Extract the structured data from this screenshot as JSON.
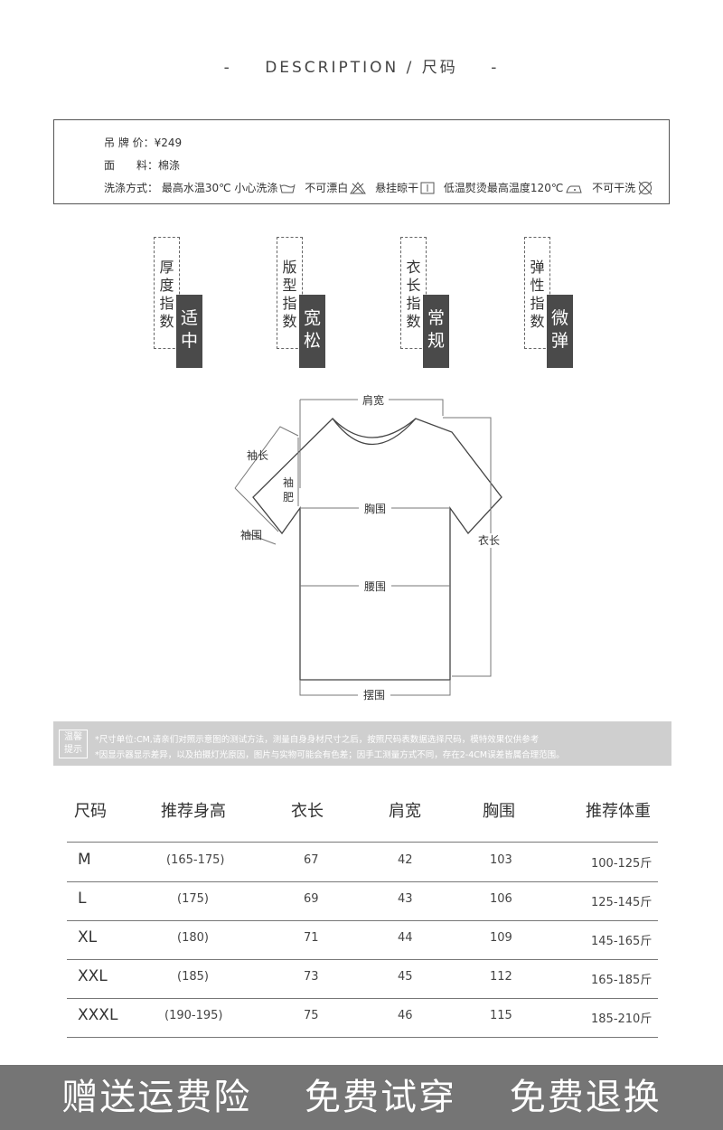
{
  "header": {
    "dash_left": "-",
    "title": "DESCRIPTION / 尺码",
    "dash_right": "-"
  },
  "info": {
    "price_label": "吊 牌 价：",
    "price_value": "¥249",
    "material_label": "面　　料：",
    "material_value": "棉涤",
    "wash_label": "洗涤方式：",
    "wash_items": [
      {
        "text": "最高水温30℃ 小心洗涤",
        "icon": "hand-wash-icon"
      },
      {
        "text": "不可漂白",
        "icon": "no-bleach-icon"
      },
      {
        "text": "悬挂晾干",
        "icon": "line-dry-icon"
      },
      {
        "text": "低温熨烫最高温度120℃",
        "icon": "iron-low-icon"
      },
      {
        "text": "不可干洗",
        "icon": "no-dry-clean-icon"
      }
    ]
  },
  "indices": [
    {
      "label": "厚度指数",
      "value": "适中"
    },
    {
      "label": "版型指数",
      "value": "宽松"
    },
    {
      "label": "衣长指数",
      "value": "常规"
    },
    {
      "label": "弹性指数",
      "value": "微弹"
    }
  ],
  "diagram_labels": {
    "shoulder": "肩宽",
    "sleeve_length": "袖长",
    "sleeve_width": "袖肥",
    "cuff": "袖围",
    "chest": "胸围",
    "length": "衣长",
    "waist": "腰围",
    "hem": "摆围"
  },
  "tips": {
    "badge_top": "温馨",
    "badge_bottom": "提示",
    "line1": "*尺寸单位:CM,请亲们对照示意图的测试方法，测量自身身材尺寸之后，按照尺码表数据选择尺码，模特效果仅供参考",
    "line2": "*因显示器显示差异，以及拍摄灯光原因，图片与实物可能会有色差；因手工测量方式不同，存在2-4CM误差皆属合理范围。"
  },
  "size_table": {
    "headers": [
      "尺码",
      "推荐身高",
      "衣长",
      "肩宽",
      "胸围",
      "推荐体重"
    ],
    "rows": [
      [
        "M",
        "(165-175)",
        "67",
        "42",
        "103",
        "100-125斤"
      ],
      [
        "L",
        "(175)",
        "69",
        "43",
        "106",
        "125-145斤"
      ],
      [
        "XL",
        "(180)",
        "71",
        "44",
        "109",
        "145-165斤"
      ],
      [
        "XXL",
        "(185)",
        "73",
        "45",
        "112",
        "165-185斤"
      ],
      [
        "XXXL",
        "(190-195)",
        "75",
        "46",
        "115",
        "185-210斤"
      ]
    ]
  },
  "footer": {
    "items": [
      "赠送运费险",
      "免费试穿",
      "免费退换"
    ]
  },
  "colors": {
    "dark_box": "#4a4a4a",
    "tips_bg": "#cfcfcf",
    "footer_bg": "#757575"
  }
}
